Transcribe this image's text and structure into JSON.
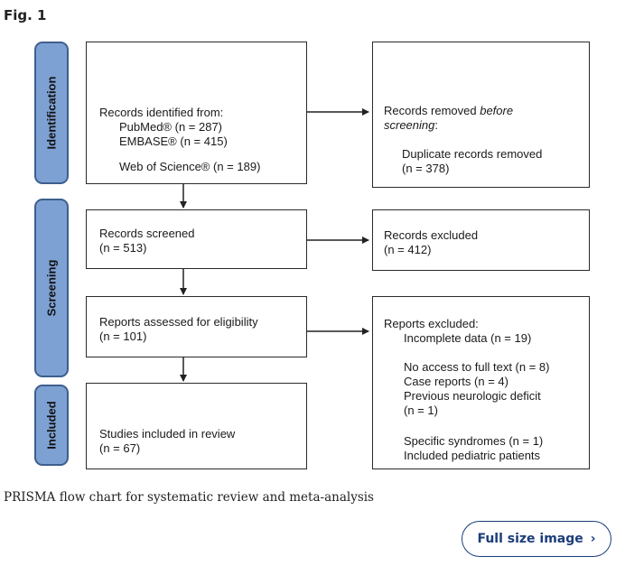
{
  "figure": {
    "label": "Fig. 1",
    "caption": "PRISMA flow chart for systematic review and meta-analysis",
    "full_size_label": "Full size image"
  },
  "phases": [
    "Identification",
    "Screening",
    "Included"
  ],
  "boxes": {
    "identified": {
      "title": "Records identified from:",
      "pubmed": "PubMed® (n = 287)",
      "embase": "EMBASE® (n = 415)",
      "wos": "Web of Science® (n = 189)"
    },
    "removed": {
      "title_a": "Records removed ",
      "title_b": "before",
      "title_c": "screening",
      "title_d": ":",
      "dup": "Duplicate records removed",
      "dup_n": "(n = 378)"
    },
    "screened": {
      "title": "Records screened",
      "n": "(n = 513)"
    },
    "excluded": {
      "title": "Records excluded",
      "n": "(n = 412)"
    },
    "assessed": {
      "title": "Reports assessed for eligibility",
      "n": "(n = 101)"
    },
    "reports_excluded": {
      "title": "Reports excluded:",
      "incomplete": "Incomplete data (n = 19)",
      "no_access": "No access to full text (n = 8)",
      "case_reports": "Case reports (n = 4)",
      "neuro": "Previous neurologic deficit",
      "neuro_n": "(n = 1)",
      "syndromes": "Specific syndromes (n = 1)",
      "pediatric": "Included pediatric patients"
    },
    "included": {
      "title": "Studies included in review",
      "n": "(n = 67)"
    }
  }
}
